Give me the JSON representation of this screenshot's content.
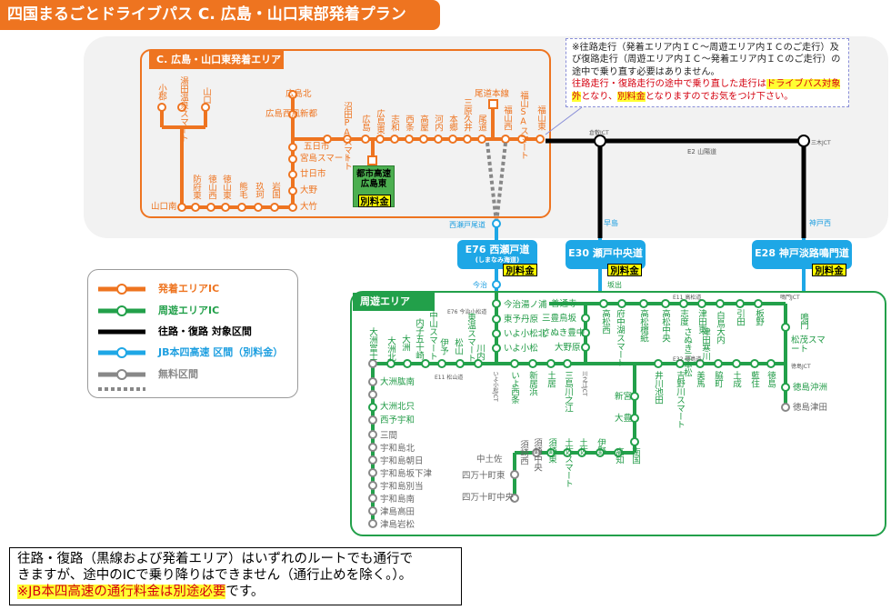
{
  "title": "四国まるごとドライブパス C. 広島・山口東部発着プラン",
  "origin_area": "C. 広島・山口東発着エリア",
  "circulation_area": "周遊エリア",
  "note": {
    "line1": "※往路走行（発着エリア内ＩＣ～周遊エリア内ＩＣのご走行）及び復路走行（周遊エリア内ＩＣ～発着エリア内ＩＣのご走行）の途中で乗り直す必要はありません。",
    "line2_a": "往路走行・復路走行の途中で乗り直した走行は",
    "line2_b": "ドライブパス対象外",
    "line2_c": "となり、",
    "line2_d": "別料金",
    "line2_e": "となりますのでお気をつけ下さい。"
  },
  "colors": {
    "origin": "#ee7420",
    "circulation": "#22a04a",
    "target": "#000000",
    "jb": "#1ea7e6",
    "free": "#888888"
  },
  "legend": [
    {
      "label": "発着エリアIC",
      "color": "#ee7420"
    },
    {
      "label": "周遊エリアIC",
      "color": "#22a04a"
    },
    {
      "label": "往路・復路 対象区間",
      "color": "#000000"
    },
    {
      "label": "JB本四高速 区間（別料金）",
      "color": "#1ea7e6"
    },
    {
      "label": "無料区間",
      "color": "#888888"
    }
  ],
  "routes": {
    "e76": {
      "name": "E76 西瀬戸道",
      "sub": "(しまなみ海道)",
      "fare": "別料金",
      "top_label": "西瀬戸尾道",
      "bottom_label": "今治"
    },
    "e30": {
      "name": "E30 瀬戸中央道",
      "fare": "別料金",
      "top_label": "早島",
      "bottom_label": "坂出"
    },
    "e28": {
      "name": "E28 神戸淡路鳴門道",
      "fare": "別料金",
      "top_label": "神戸西",
      "bottom_label": "鳴門JCT"
    }
  },
  "junctions": {
    "kurashiki": "倉敷JCT",
    "miki": "三木JCT",
    "e2": "E2 山陽道"
  },
  "origin_ics": {
    "top_row": [
      "沼田PAスマート",
      "広島",
      "広島東",
      "志和",
      "西条",
      "高屋",
      "河内",
      "本郷",
      "三原久井",
      "尾道",
      "福山西",
      "福山SAスマート",
      "福山東"
    ],
    "left": [
      "小郡",
      "湯田温泉スマート",
      "山口",
      "防府東",
      "徳山西",
      "徳山東",
      "熊毛",
      "玖珂",
      "岩国",
      "山口南",
      "大竹",
      "大野",
      "廿日市",
      "宮島スマート",
      "五日市",
      "広島西風新都",
      "広島北"
    ],
    "onomichi_honsen": "尾道本線",
    "toshi": {
      "name": "都市高速広島東",
      "fare": "別料金"
    }
  },
  "circ_ics": {
    "shimanami": [
      "今治湯ノ浦",
      "東予丹原",
      "いよ小松北",
      "いよ小松"
    ],
    "e76_label": "E76 今治小松道",
    "left_row": [
      "大洲北只",
      "西予宇和",
      "三間",
      "宇和島北",
      "宇和島朝日",
      "宇和島坂下津",
      "宇和島別当",
      "宇和島南",
      "津島高田",
      "津島岩松"
    ],
    "left_top": [
      "大洲富士",
      "大洲北",
      "内子五十崎",
      "大洲",
      "大洲肱南",
      "伊予",
      "松山",
      "中山スマート",
      "東温スマート",
      "川内"
    ],
    "mid": [
      "いよ西条",
      "新居浜",
      "土居",
      "三島川之江",
      "三豊鳥坂",
      "さぬき豊中",
      "大野原",
      "善通寺",
      "坂出",
      "府中湖スマート",
      "高松西",
      "高松檀紙",
      "高松中央",
      "志度",
      "津田東",
      "さぬき三本松",
      "引田",
      "白鳥大内",
      "津田寒川",
      "板野",
      "鳴門",
      "松茂スマート",
      "徳島",
      "徳島沖洲",
      "徳島津田"
    ],
    "e32": [
      "井川池田",
      "吉野川スマート",
      "美馬",
      "脇町",
      "土成",
      "藍住"
    ],
    "south": [
      "新宮",
      "大豊",
      "南国",
      "高知",
      "伊野",
      "土佐",
      "須崎東",
      "須崎中央",
      "須崎西",
      "中土佐",
      "土佐スマート",
      "四万十町東",
      "四万十町中央"
    ],
    "e11_label": "E11 松山道",
    "e11_label2": "E11 高松道",
    "e32_label": "E32 徳島道",
    "kawanoe_label": "川之江JCT",
    "ikeda_label": "いよ小松JCT",
    "tokushima_jct": "徳島JCT"
  },
  "bottom_note": {
    "line1": "往路・復路（黒線および発着エリア）はいずれのルートでも通行で",
    "line2": "きますが、途中のICで乗り降りはできません（通行止めを除く。）。",
    "line3": "※JB本四高速の通行料金は別途必要",
    "line3_tail": "です。"
  }
}
